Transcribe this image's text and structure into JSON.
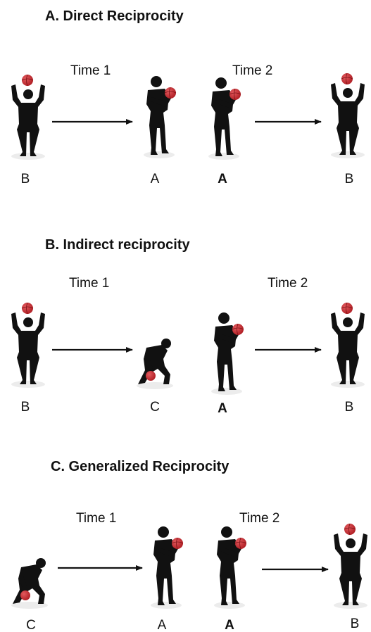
{
  "panels": [
    {
      "title": "A. Direct Reciprocity",
      "time1": "Time 1",
      "time2": "Time 2",
      "labels": [
        "B",
        "A",
        "A",
        "B"
      ]
    },
    {
      "title": "B. Indirect reciprocity",
      "time1": "Time 1",
      "time2": "Time 2",
      "labels": [
        "B",
        "C",
        "A",
        "B"
      ]
    },
    {
      "title": "C. Generalized Reciprocity",
      "time1": "Time 1",
      "time2": "Time 2",
      "labels": [
        "C",
        "A",
        "A",
        "B"
      ]
    }
  ],
  "colors": {
    "silhouette": "#111111",
    "ball": "#c0282d",
    "ball_highlight": "#e25a5e",
    "shadow": "#e6e6e6"
  },
  "icons": [
    "player-overhead-icon",
    "player-chest-icon",
    "player-crouch-icon",
    "basketball-icon",
    "right-arrow-icon"
  ]
}
